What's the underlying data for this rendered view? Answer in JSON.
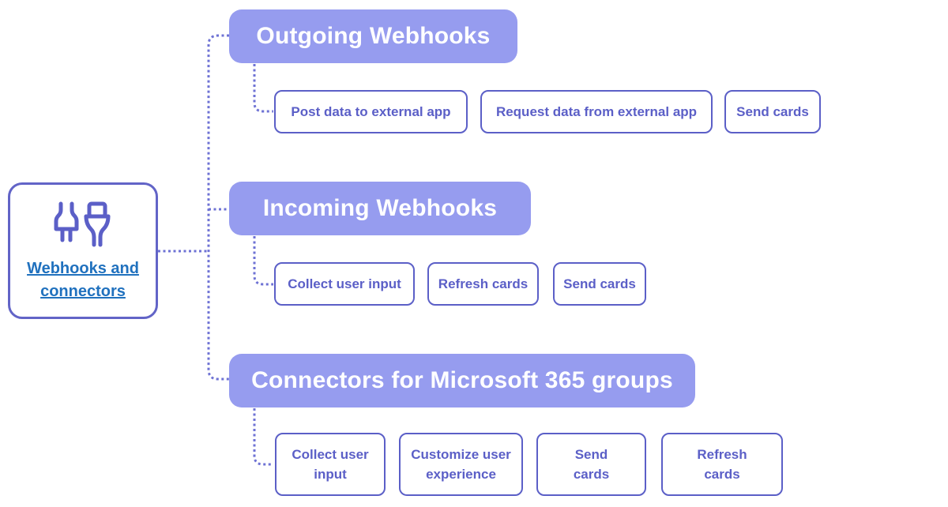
{
  "root": {
    "label": "Webhooks and connectors",
    "icon": "plug-connector-icon"
  },
  "sections": [
    {
      "title": "Outgoing Webhooks",
      "items": [
        "Post data to external app",
        "Request data from external app",
        "Send cards"
      ]
    },
    {
      "title": "Incoming Webhooks",
      "items": [
        "Collect user input",
        "Refresh cards",
        "Send cards"
      ]
    },
    {
      "title": "Connectors for Microsoft 365 groups",
      "items": [
        "Collect user input",
        "Customize user experience",
        "Send cards",
        "Refresh cards"
      ]
    }
  ],
  "colors": {
    "header_fill": "#969cef",
    "node_purple": "#5b5fc7",
    "root_border": "#6264c7",
    "connector_dotted": "#6e72d4",
    "link_blue": "#2071be",
    "header_text": "#ffffff",
    "background": "#ffffff"
  }
}
